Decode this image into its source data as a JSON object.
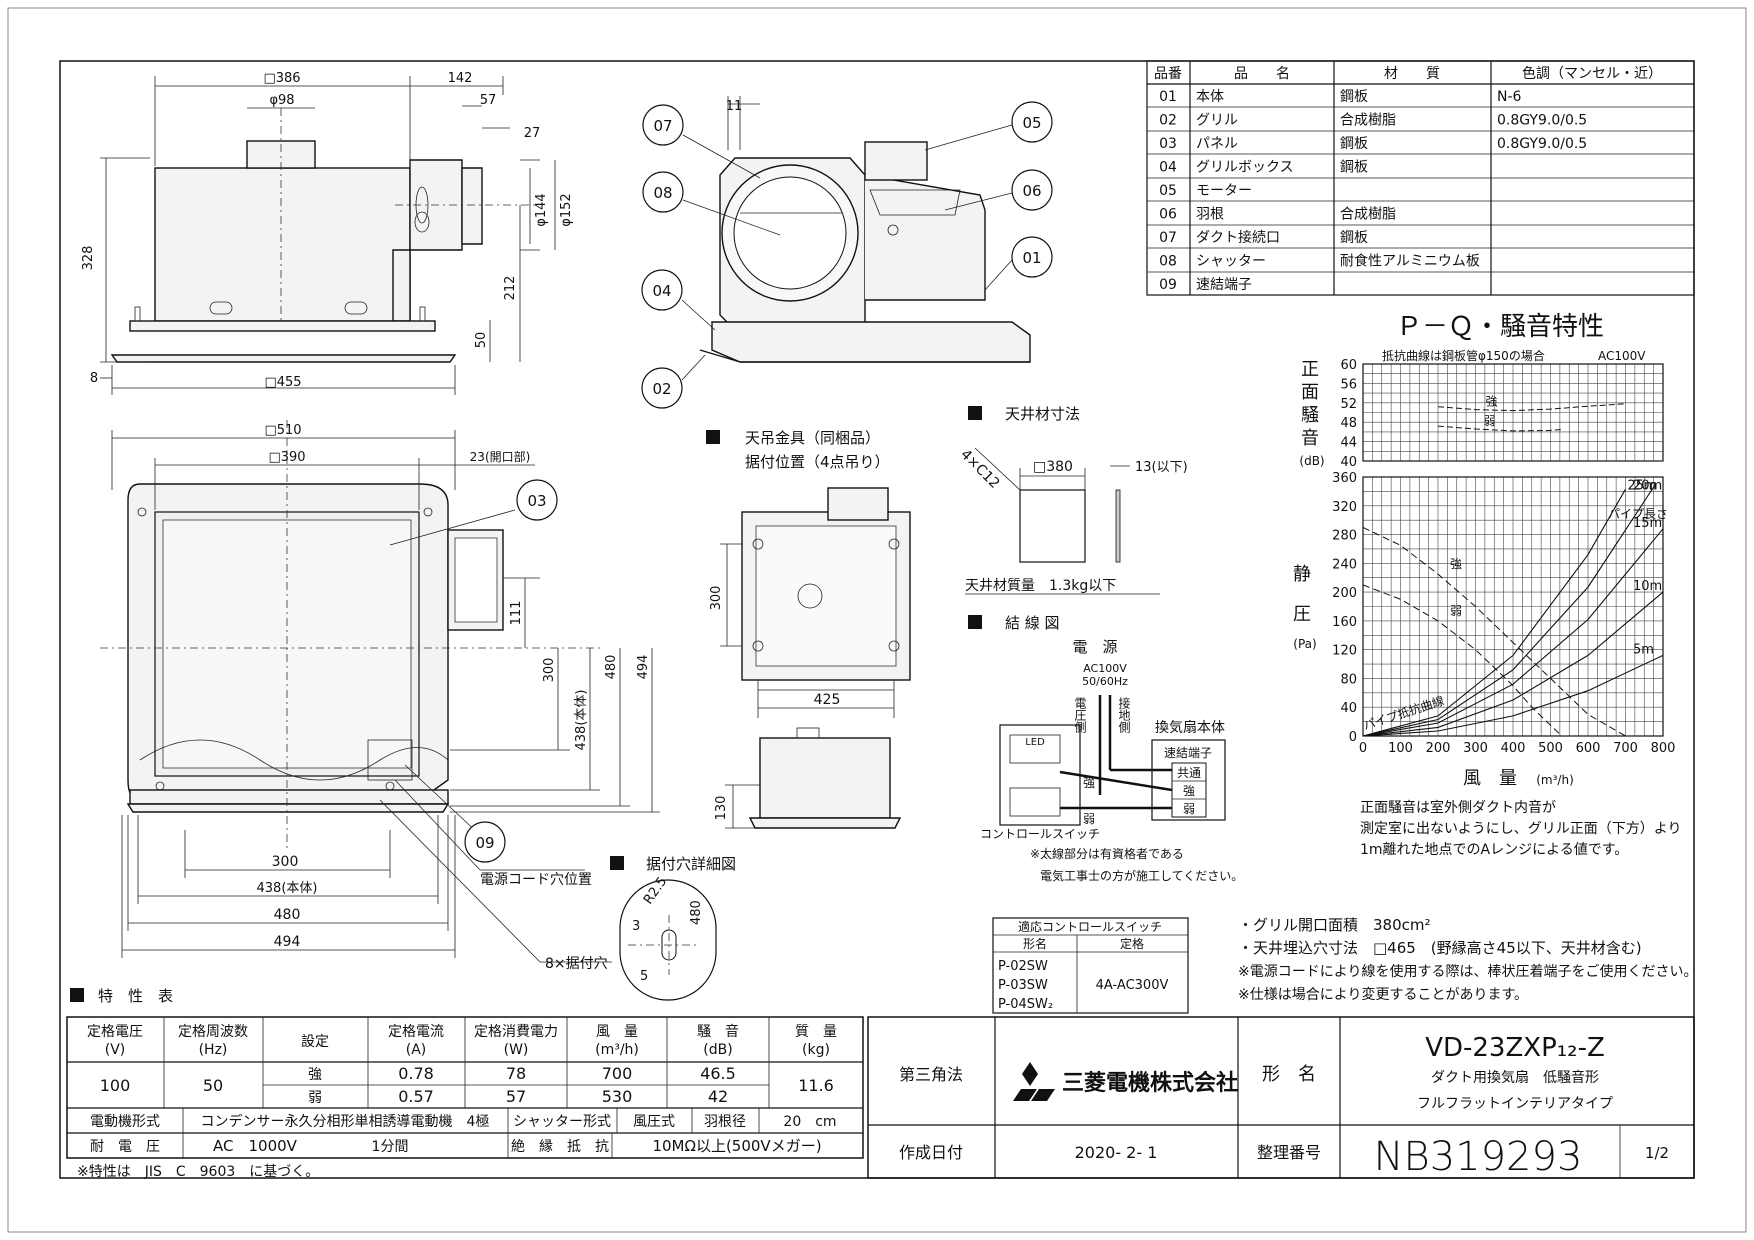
{
  "parts_table": {
    "headers": [
      "品番",
      "品　　名",
      "材　　質",
      "色調（マンセル・近）"
    ],
    "rows": [
      [
        "01",
        "本体",
        "鋼板",
        "N-6"
      ],
      [
        "02",
        "グリル",
        "合成樹脂",
        "0.8GY9.0/0.5"
      ],
      [
        "03",
        "パネル",
        "鋼板",
        "0.8GY9.0/0.5"
      ],
      [
        "04",
        "グリルボックス",
        "鋼板",
        ""
      ],
      [
        "05",
        "モーター",
        "",
        ""
      ],
      [
        "06",
        "羽根",
        "合成樹脂",
        ""
      ],
      [
        "07",
        "ダクト接続口",
        "鋼板",
        ""
      ],
      [
        "08",
        "シャッター",
        "耐食性アルミニウム板",
        ""
      ],
      [
        "09",
        "速結端子",
        "",
        ""
      ]
    ]
  },
  "front_view": {
    "dims": [
      "□386",
      "142",
      "φ98",
      "57",
      "27",
      "φ144",
      "φ152",
      "328",
      "212",
      "50",
      "8",
      "□455"
    ]
  },
  "plan_view": {
    "dims": [
      "□510",
      "□390",
      "23(開口部)",
      "111",
      "300",
      "438(本体)",
      "480",
      "494",
      "300",
      "438(本体)",
      "480",
      "494"
    ],
    "callouts": [
      "03",
      "09"
    ],
    "labels": {
      "cord_hole": "電源コード穴位置",
      "mount_holes": "8×据付穴"
    }
  },
  "iso_callouts": [
    "07",
    "08",
    "05",
    "06",
    "01",
    "04",
    "02"
  ],
  "iso_dim": "11",
  "hanger": {
    "title1": "天吊金具（同梱品）",
    "title2": "据付位置（4点吊り）",
    "dims": [
      "300",
      "425",
      "130"
    ]
  },
  "ceiling": {
    "title": "天井材寸法",
    "dims": [
      "4×C12",
      "□380",
      "13(以下)"
    ],
    "mass": "天井材質量　1.3kg以下"
  },
  "mount_detail": {
    "title": "据付穴詳細図",
    "dims": [
      "R2.5",
      "3",
      "480",
      "5"
    ]
  },
  "wiring": {
    "title": "結 線 図",
    "power": "電　源",
    "ac": "AC100V",
    "hz": "50/60Hz",
    "live": "電圧側",
    "ground": "接地側",
    "body": "換気扇本体",
    "terminal": "速結端子",
    "terminals": [
      "共通",
      "強",
      "弱"
    ],
    "strong": "強",
    "weak": "弱",
    "led": "LED",
    "switch": "コントロールスイッチ",
    "note1": "※太線部分は有資格者である",
    "note2": "電気工事士の方が施工してください。"
  },
  "switch_table": {
    "title": "適応コントロールスイッチ",
    "headers": [
      "形名",
      "定格"
    ],
    "models": [
      "P-02SW",
      "P-03SW",
      "P-04SW₂"
    ],
    "rating": "4A-AC300V"
  },
  "notes": [
    "・グリル開口面積　380cm²",
    "・天井埋込穴寸法　□465　(野縁高さ45以下、天井材含む)",
    "※電源コードにより線を使用する際は、棒状圧着端子をご使用ください。",
    "※仕様は場合により変更することがあります。"
  ],
  "chart_data": {
    "type": "line",
    "title": "Ｐ－Ｑ・騒音特性",
    "subtitle": "抵抗曲線は鋼板管φ150の場合",
    "supply": "AC100V",
    "noise_axis": {
      "label": [
        "正",
        "面",
        "騒",
        "音"
      ],
      "unit": "(dB)",
      "ticks": [
        "60",
        "56",
        "52",
        "48",
        "44",
        "40"
      ],
      "ylim": [
        40,
        60
      ]
    },
    "pressure_axis": {
      "label": [
        "静",
        "圧"
      ],
      "unit": "(Pa)",
      "ticks": [
        "360",
        "320",
        "280",
        "240",
        "200",
        "160",
        "120",
        "80",
        "40",
        "0"
      ],
      "ylim": [
        0,
        360
      ]
    },
    "x_axis": {
      "label": "風　量",
      "unit": "(m³/h)",
      "ticks": [
        "0",
        "100",
        "200",
        "300",
        "400",
        "500",
        "600",
        "700",
        "800"
      ],
      "xlim": [
        0,
        800
      ]
    },
    "noise_series": [
      {
        "name": "強",
        "x": [
          200,
          300,
          400,
          500,
          600,
          700
        ],
        "y": [
          51.2,
          50.6,
          50.4,
          50.7,
          51.3,
          51.8
        ]
      },
      {
        "name": "弱",
        "x": [
          200,
          300,
          400,
          500,
          530
        ],
        "y": [
          47.2,
          46.6,
          46.2,
          46.3,
          46.5
        ]
      }
    ],
    "pq_series": [
      {
        "name": "強",
        "x": [
          0,
          100,
          200,
          300,
          400,
          500,
          600,
          700
        ],
        "y": [
          290,
          265,
          225,
          180,
          130,
          80,
          30,
          0
        ]
      },
      {
        "name": "弱",
        "x": [
          0,
          100,
          200,
          300,
          400,
          450,
          530
        ],
        "y": [
          210,
          190,
          160,
          120,
          70,
          40,
          0
        ]
      }
    ],
    "resistance_curves": [
      {
        "name": "25m",
        "x": [
          0,
          200,
          400,
          600,
          700
        ],
        "y": [
          0,
          28,
          112,
          252,
          343
        ]
      },
      {
        "name": "20m",
        "x": [
          0,
          200,
          400,
          600,
          780
        ],
        "y": [
          0,
          23,
          92,
          207,
          350
        ]
      },
      {
        "name": "15m",
        "x": [
          0,
          200,
          400,
          600,
          800
        ],
        "y": [
          0,
          18,
          72,
          162,
          288
        ]
      },
      {
        "name": "10m",
        "x": [
          0,
          200,
          400,
          600,
          800
        ],
        "y": [
          0,
          12,
          50,
          112,
          200
        ]
      },
      {
        "name": "5m",
        "x": [
          0,
          200,
          400,
          600,
          800
        ],
        "y": [
          0,
          7,
          28,
          63,
          112
        ]
      }
    ],
    "pipe_length_label": "パイプ長さ",
    "resistance_label": "パイプ抵抗曲線",
    "footnote": [
      "正面騒音は室外側ダクト内音が",
      "測定室に出ないようにし、グリル正面（下方）より",
      "1m離れた地点でのAレンジによる値です。"
    ]
  },
  "spec_table": {
    "title": "特　性　表",
    "headers": [
      [
        "定格電圧",
        "(V)"
      ],
      [
        "定格周波数",
        "(Hz)"
      ],
      [
        "設定"
      ],
      [
        "定格電流",
        "(A)"
      ],
      [
        "定格消費電力",
        "(W)"
      ],
      [
        "風　量",
        "(m³/h)"
      ],
      [
        "騒　音",
        "(dB)"
      ],
      [
        "質　量",
        "(kg)"
      ]
    ],
    "voltage": "100",
    "frequency": "50",
    "rows": [
      {
        "setting": "強",
        "current": "0.78",
        "power": "78",
        "airflow": "700",
        "noise": "46.5"
      },
      {
        "setting": "弱",
        "current": "0.57",
        "power": "57",
        "airflow": "530",
        "noise": "42"
      }
    ],
    "mass": "11.6",
    "motor_label": "電動機形式",
    "motor": "コンデンサー永久分相形単相誘導電動機　4極",
    "shutter_label": "シャッター形式",
    "shutter": "風圧式",
    "blade_label": "羽根径",
    "blade": "20　cm",
    "withstand_label": "耐　電　圧",
    "withstand": "AC　1000V",
    "withstand_time": "1分間",
    "insulation_label": "絶　縁　抵　抗",
    "insulation": "10MΩ以上(500Vメガー)",
    "footnote": "※特性は　JIS　C　9603　に基づく。"
  },
  "title_block": {
    "projection": "第三角法",
    "company": "三菱電機株式会社",
    "model_label": "形　名",
    "model": "VD-23ZXP₁₂-Z",
    "desc1": "ダクト用換気扇　低騒音形",
    "desc2": "フルフラットインテリアタイプ",
    "date_label": "作成日付",
    "date": "2020- 2- 1",
    "doc_label": "整理番号",
    "doc": "NB319293",
    "page": "1/2"
  }
}
